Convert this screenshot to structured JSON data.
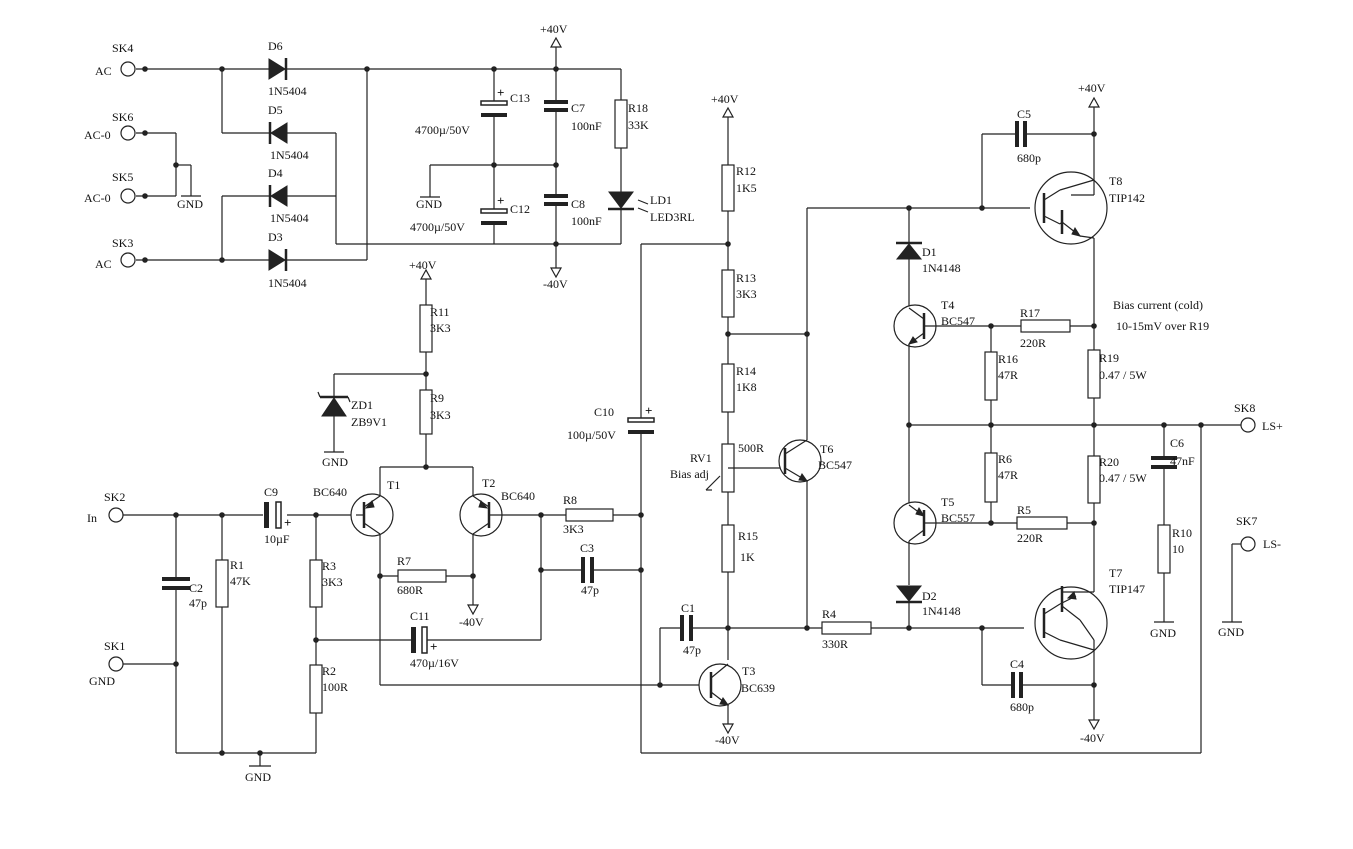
{
  "rails": {
    "pos40": "+40V",
    "neg40": "-40V",
    "gnd": "GND"
  },
  "connectors": {
    "sk4": {
      "ref": "SK4",
      "net": "AC"
    },
    "sk6": {
      "ref": "SK6",
      "net": "AC-0"
    },
    "sk5": {
      "ref": "SK5",
      "net": "AC-0"
    },
    "sk3": {
      "ref": "SK3",
      "net": "AC"
    },
    "sk2": {
      "ref": "SK2",
      "net": "In"
    },
    "sk1": {
      "ref": "SK1",
      "net": "GND"
    },
    "sk8": {
      "ref": "SK8",
      "net": "LS+"
    },
    "sk7": {
      "ref": "SK7",
      "net": "LS-"
    }
  },
  "diodes": {
    "d6": {
      "ref": "D6",
      "value": "1N5404"
    },
    "d5": {
      "ref": "D5",
      "value": "1N5404"
    },
    "d4": {
      "ref": "D4",
      "value": "1N5404"
    },
    "d3": {
      "ref": "D3",
      "value": "1N5404"
    },
    "d1": {
      "ref": "D1",
      "value": "1N4148"
    },
    "d2": {
      "ref": "D2",
      "value": "1N4148"
    },
    "zd1": {
      "ref": "ZD1",
      "value": "ZB9V1"
    },
    "ld1": {
      "ref": "LD1",
      "value": "LED3RL"
    }
  },
  "capacitors": {
    "c13": {
      "ref": "C13",
      "value": "4700µ/50V"
    },
    "c12": {
      "ref": "C12",
      "value": "4700µ/50V"
    },
    "c7": {
      "ref": "C7",
      "value": "100nF"
    },
    "c8": {
      "ref": "C8",
      "value": "100nF"
    },
    "c5": {
      "ref": "C5",
      "value": "680p"
    },
    "c4": {
      "ref": "C4",
      "value": "680p"
    },
    "c6": {
      "ref": "C6",
      "value": "47nF"
    },
    "c9": {
      "ref": "C9",
      "value": "10µF"
    },
    "c2": {
      "ref": "C2",
      "value": "47p"
    },
    "c3": {
      "ref": "C3",
      "value": "47p"
    },
    "c11": {
      "ref": "C11",
      "value": "470µ/16V"
    },
    "c10": {
      "ref": "C10",
      "value": "100µ/50V"
    },
    "c1": {
      "ref": "C1",
      "value": "47p"
    }
  },
  "resistors": {
    "r18": {
      "ref": "R18",
      "value": "33K"
    },
    "r12": {
      "ref": "R12",
      "value": "1K5"
    },
    "r13": {
      "ref": "R13",
      "value": "3K3"
    },
    "r14": {
      "ref": "R14",
      "value": "1K8"
    },
    "r15": {
      "ref": "R15",
      "value": "1K"
    },
    "r11": {
      "ref": "R11",
      "value": "3K3"
    },
    "r9": {
      "ref": "R9",
      "value": "3K3"
    },
    "r8": {
      "ref": "R8",
      "value": "3K3"
    },
    "r7": {
      "ref": "R7",
      "value": "680R"
    },
    "r1": {
      "ref": "R1",
      "value": "47K"
    },
    "r3": {
      "ref": "R3",
      "value": "3K3"
    },
    "r2": {
      "ref": "R2",
      "value": "100R"
    },
    "r4": {
      "ref": "R4",
      "value": "330R"
    },
    "r17": {
      "ref": "R17",
      "value": "220R"
    },
    "r16": {
      "ref": "R16",
      "value": "47R"
    },
    "r6": {
      "ref": "R6",
      "value": "47R"
    },
    "r5": {
      "ref": "R5",
      "value": "220R"
    },
    "r19": {
      "ref": "R19",
      "value": "0.47 / 5W"
    },
    "r20": {
      "ref": "R20",
      "value": "0.47 / 5W"
    },
    "r10": {
      "ref": "R10",
      "value": "10"
    }
  },
  "pot": {
    "ref": "RV1",
    "note": "Bias adj",
    "value": "500R"
  },
  "transistors": {
    "t1": {
      "ref": "T1",
      "value": "BC640"
    },
    "t2": {
      "ref": "T2",
      "value": "BC640"
    },
    "t3": {
      "ref": "T3",
      "value": "BC639"
    },
    "t4": {
      "ref": "T4",
      "value": "BC547"
    },
    "t5": {
      "ref": "T5",
      "value": "BC557"
    },
    "t6": {
      "ref": "T6",
      "value": "BC547"
    },
    "t7": {
      "ref": "T7",
      "value": "TIP147"
    },
    "t8": {
      "ref": "T8",
      "value": "TIP142"
    }
  },
  "notes": {
    "bias_title": "Bias current (cold)",
    "bias_value": "10-15mV over R19"
  }
}
